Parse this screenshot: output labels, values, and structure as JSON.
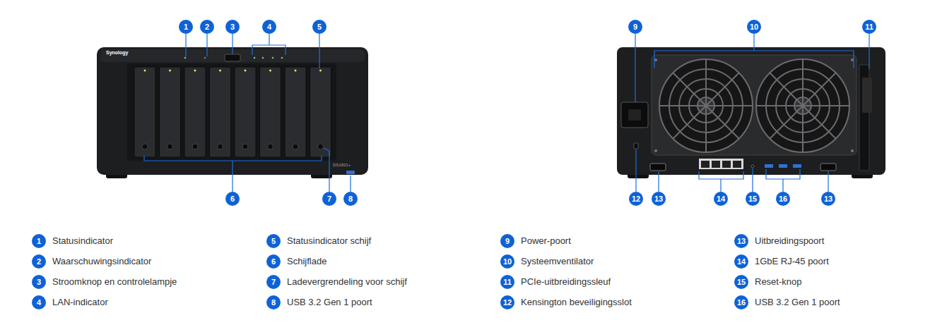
{
  "diagram": {
    "labels": [
      "1",
      "2",
      "3",
      "4",
      "5",
      "9",
      "10",
      "11",
      "Synology",
      "DS1821+",
      "6",
      "7",
      "8",
      "12",
      "13",
      "14",
      "15",
      "16",
      "13",
      "1",
      "Statusindicator",
      "2",
      "Waarschuwingsindicator",
      "3",
      "Stroomknop en controlelampje",
      "4",
      "LAN-indicator",
      "5",
      "Statusindicator schijf",
      "6",
      "Schijflade",
      "7",
      "Ladevergrendeling voor schijf",
      "8",
      "USB 3.2 Gen 1 poort",
      "9",
      "Power-poort",
      "10",
      "Systeemventilator",
      "11",
      "PCIe-uitbreidingssleuf",
      "12",
      "Kensington beveiligingsslot",
      "13",
      "Uitbreidingspoort",
      "14",
      "1GbE RJ-45 poort",
      "15",
      "Reset-knop",
      "16",
      "USB 3.2 Gen 1 poort"
    ]
  }
}
